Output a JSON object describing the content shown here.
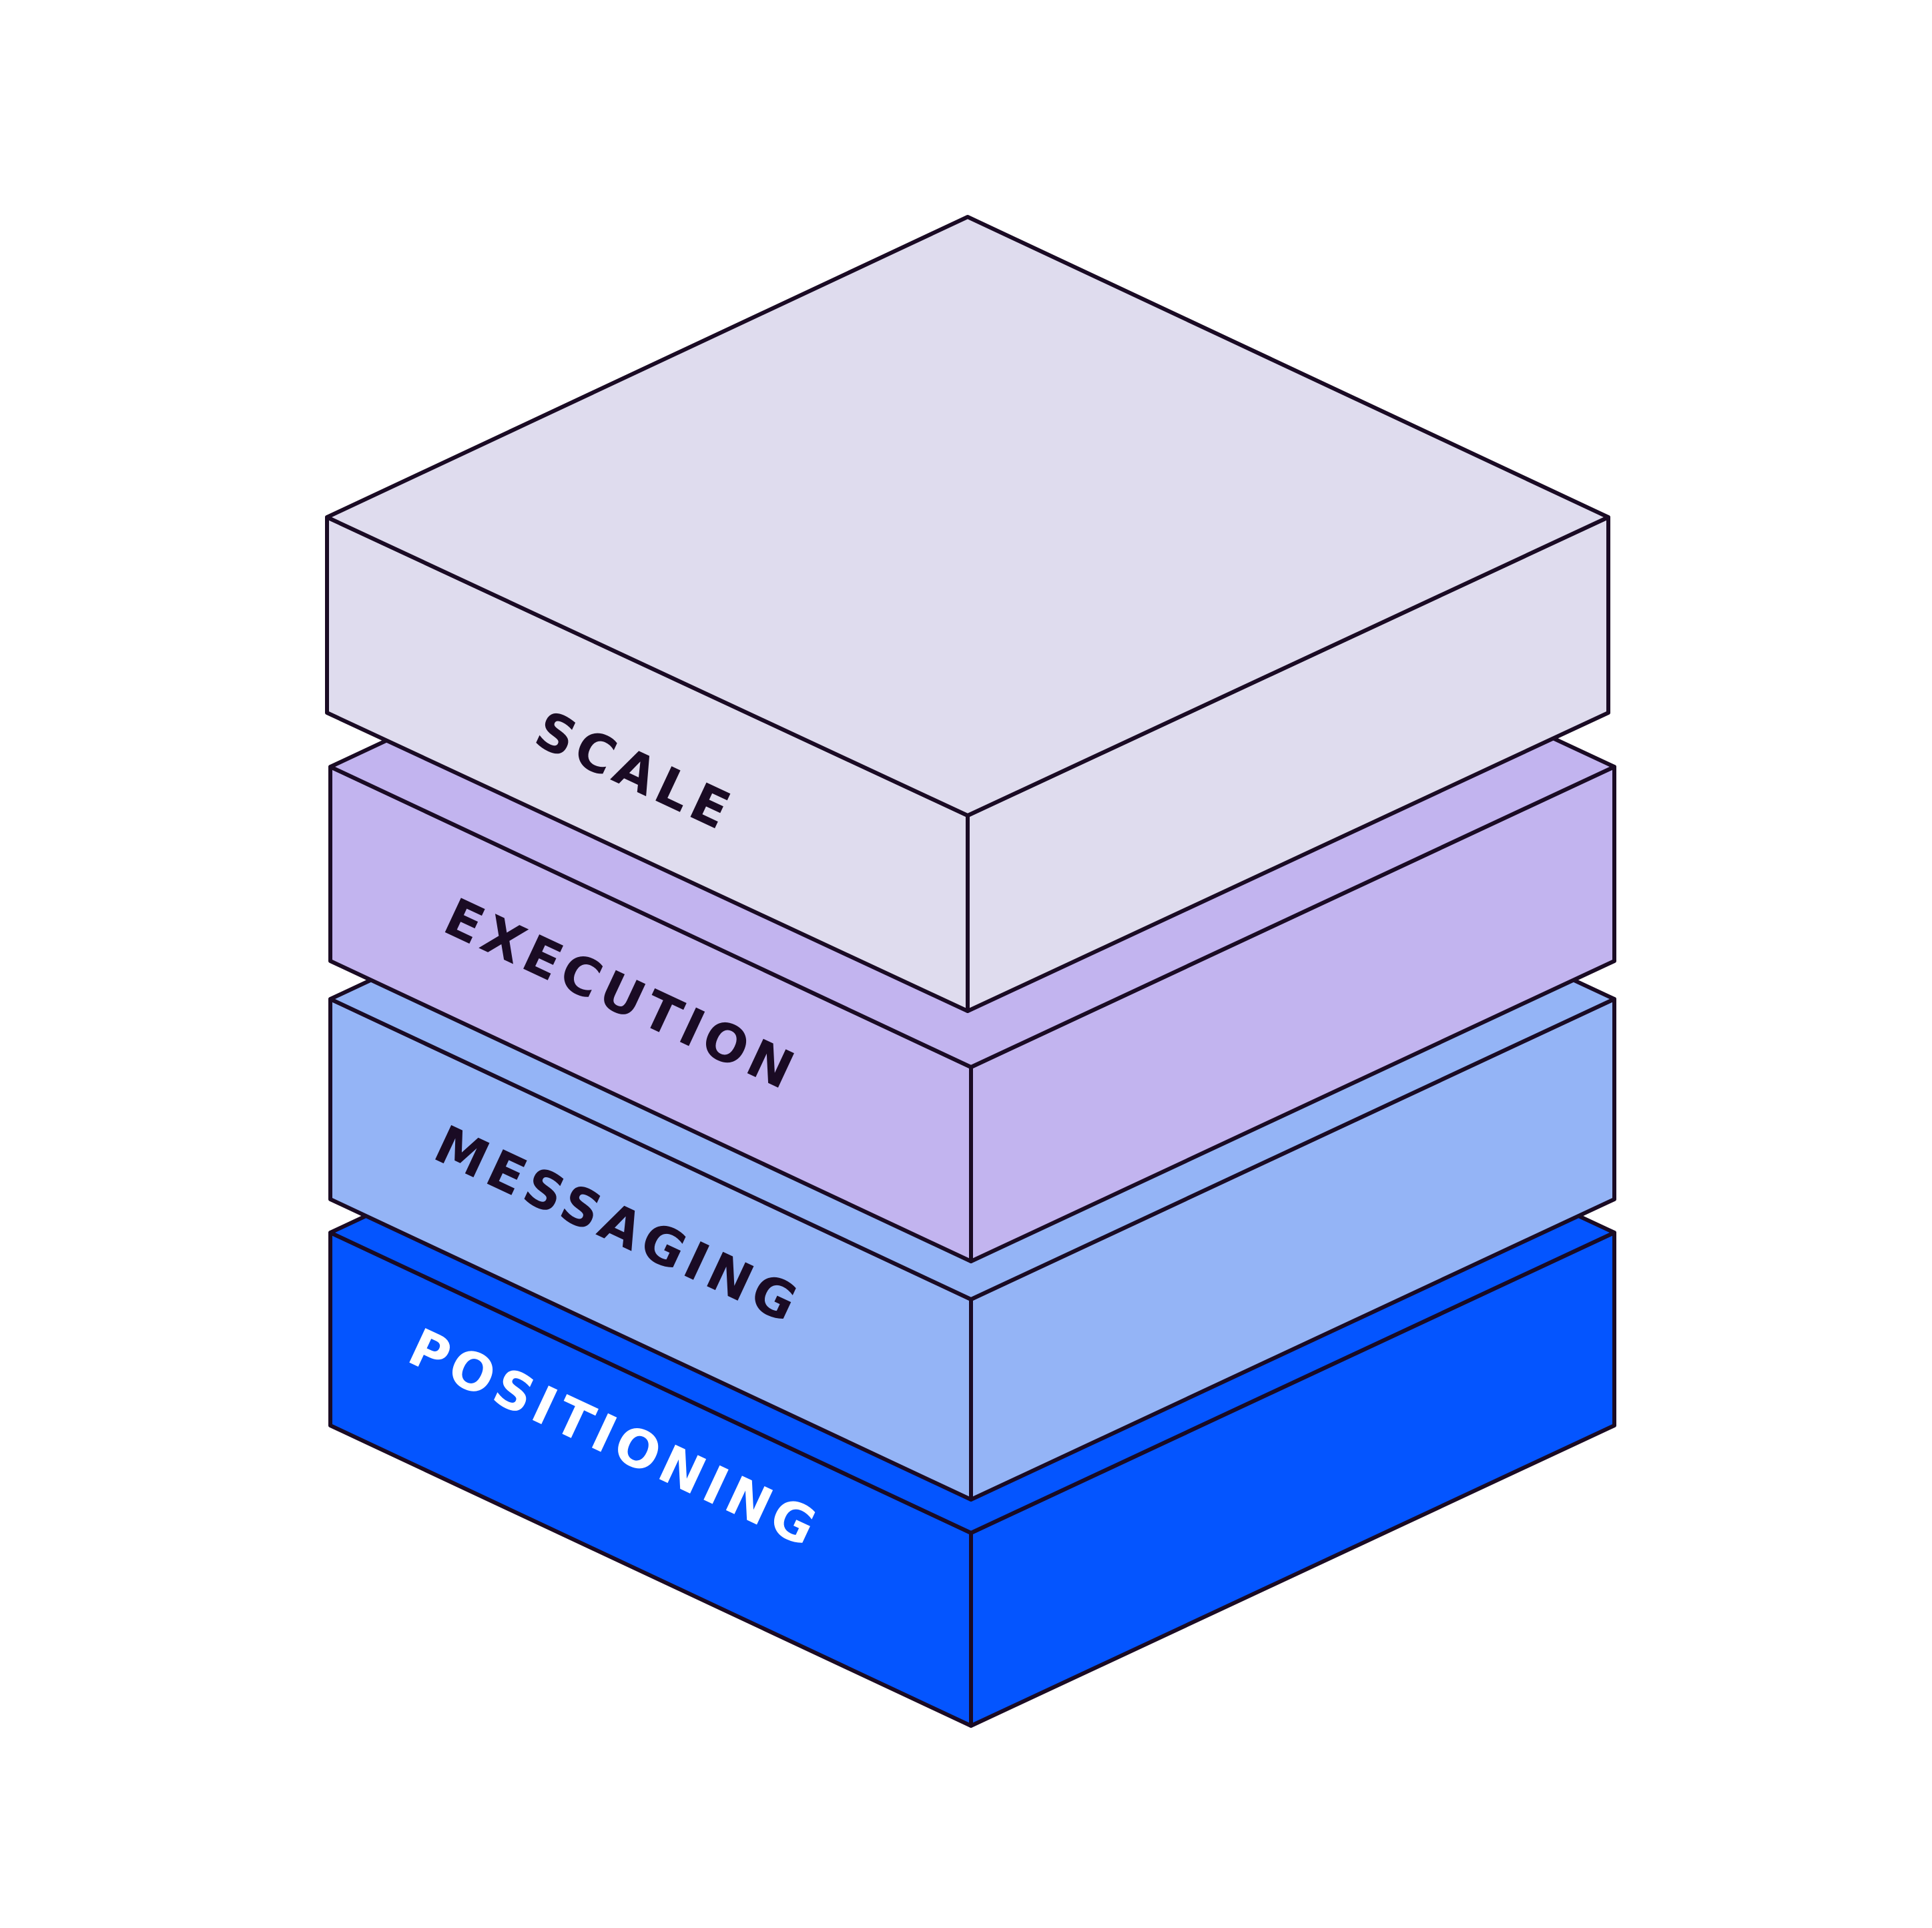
{
  "diagram": {
    "type": "isometric-layer-stack",
    "outline_color": "#1a0b24",
    "background": "#ffffff",
    "layers": [
      {
        "label": "SCALE",
        "fill": "#dfdcee",
        "label_color": "#1a0b24"
      },
      {
        "label": "EXECUTION",
        "fill": "#c2b4ef",
        "label_color": "#1a0b24"
      },
      {
        "label": "MESSAGING",
        "fill": "#94b4f6",
        "label_color": "#1a0b24"
      },
      {
        "label": "POSITIONING",
        "fill": "#0455ff",
        "label_color": "#ffffff"
      }
    ]
  }
}
